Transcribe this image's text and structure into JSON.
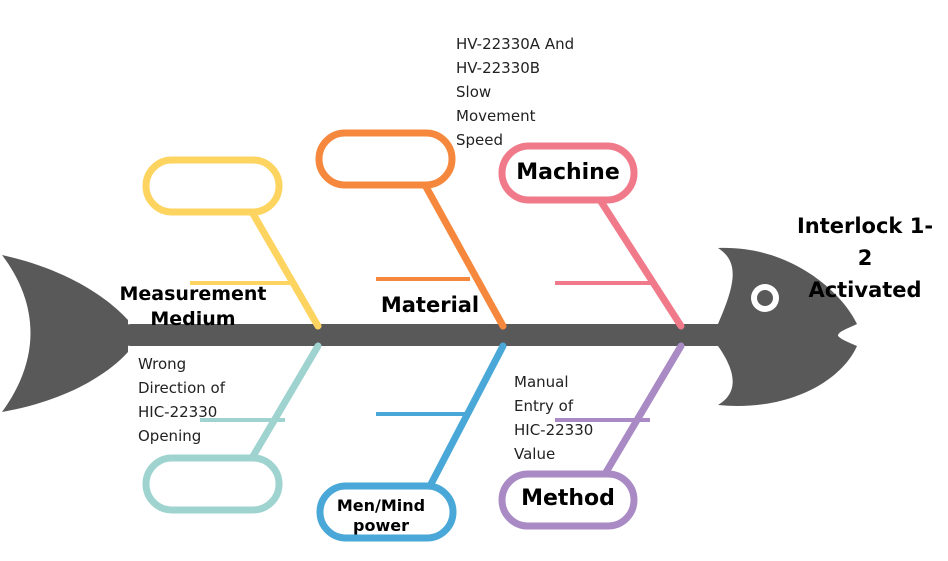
{
  "diagram": {
    "effect": {
      "line1": "Interlock 1-2",
      "line2": "Activated"
    },
    "categories": {
      "machine": {
        "label": "Machine",
        "color": "#f07a8a"
      },
      "material": {
        "label": "Material",
        "color": "#f5883c"
      },
      "measurement": {
        "label": "Measurement\nMedium",
        "color": "#fdd460"
      },
      "men_mind_power": {
        "label": "Men/Mind\npower",
        "color": "#4aa8d8"
      },
      "method": {
        "label": "Method",
        "color": "#a98ac4"
      },
      "environment": {
        "label": "",
        "color": "#9fd3d0"
      }
    },
    "causes": {
      "material_note": "HV-22330A And\nHV-22330B\nSlow\nMovement\nSpeed",
      "measurement_note": "Wrong\nDirection of\nHIC-22330\nOpening",
      "method_note": "Manual\nEntry of\nHIC-22330\nValue"
    },
    "colors": {
      "fish_body": "#595959",
      "fish_eye_ring": "#ffffff"
    }
  }
}
